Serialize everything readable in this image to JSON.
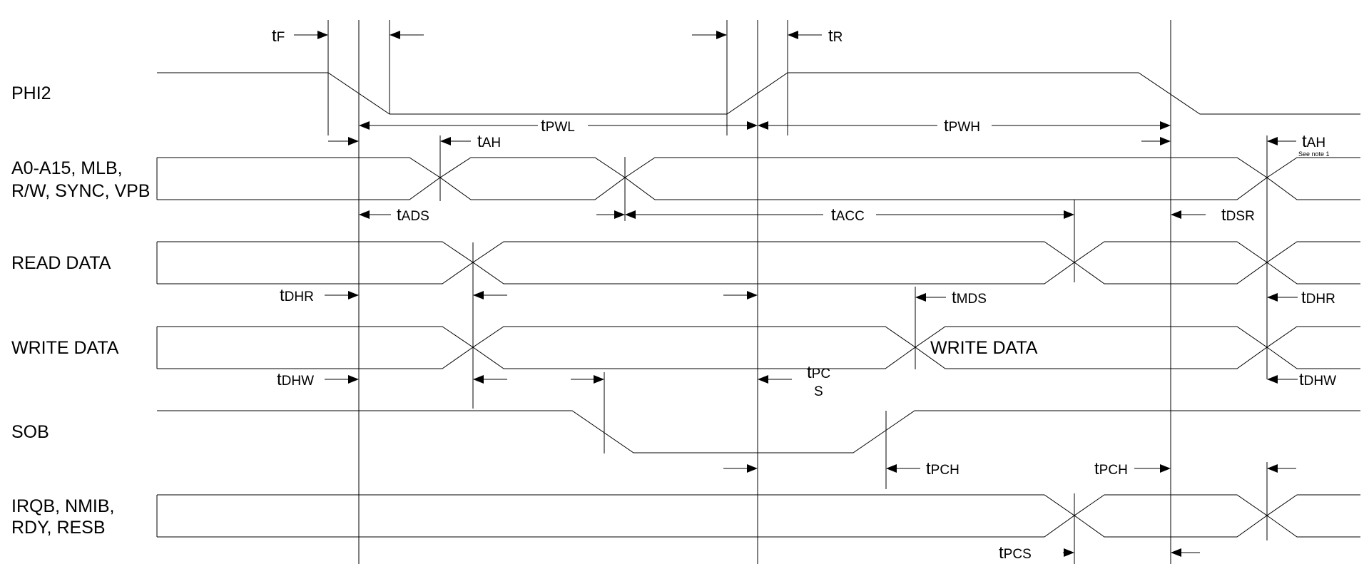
{
  "signals": {
    "phi2": "PHI2",
    "addr_line1": "A0-A15, MLB,",
    "addr_line2": "R/W, SYNC, VPB",
    "read_data": "READ DATA",
    "write_data": "WRITE DATA",
    "sob": "SOB",
    "irq_line1": "IRQB, NMIB,",
    "irq_line2": "RDY, RESB"
  },
  "inline_labels": {
    "write_data_bus": "WRITE DATA"
  },
  "timing": {
    "tF": {
      "t": "t",
      "sub": "F"
    },
    "tR": {
      "t": "t",
      "sub": "R"
    },
    "tPWL": {
      "t": "t",
      "sub": "PWL"
    },
    "tPWH": {
      "t": "t",
      "sub": "PWH"
    },
    "tAH_1": {
      "t": "t",
      "sub": "AH"
    },
    "tAH_2": {
      "t": "t",
      "sub": "AH"
    },
    "tAH_note": "See note 1",
    "tADS": {
      "t": "t",
      "sub": "ADS"
    },
    "tACC": {
      "t": "t",
      "sub": "ACC"
    },
    "tDSR": {
      "t": "t",
      "sub": "DSR"
    },
    "tDHR_1": {
      "t": "t",
      "sub": "DHR"
    },
    "tDHR_2": {
      "t": "t",
      "sub": "DHR"
    },
    "tMDS": {
      "t": "t",
      "sub": "MDS"
    },
    "tDHW_1": {
      "t": "t",
      "sub": "DHW"
    },
    "tDHW_2": {
      "t": "t",
      "sub": "DHW"
    },
    "tPCS_wrapped": {
      "t": "t",
      "sub": "PC",
      "sub2": "S"
    },
    "tPCH_1": {
      "t": "t",
      "sub": "PCH"
    },
    "tPCH_2": {
      "t": "t",
      "sub": "PCH"
    },
    "tPCS": {
      "t": "t",
      "sub": "PCS"
    }
  }
}
